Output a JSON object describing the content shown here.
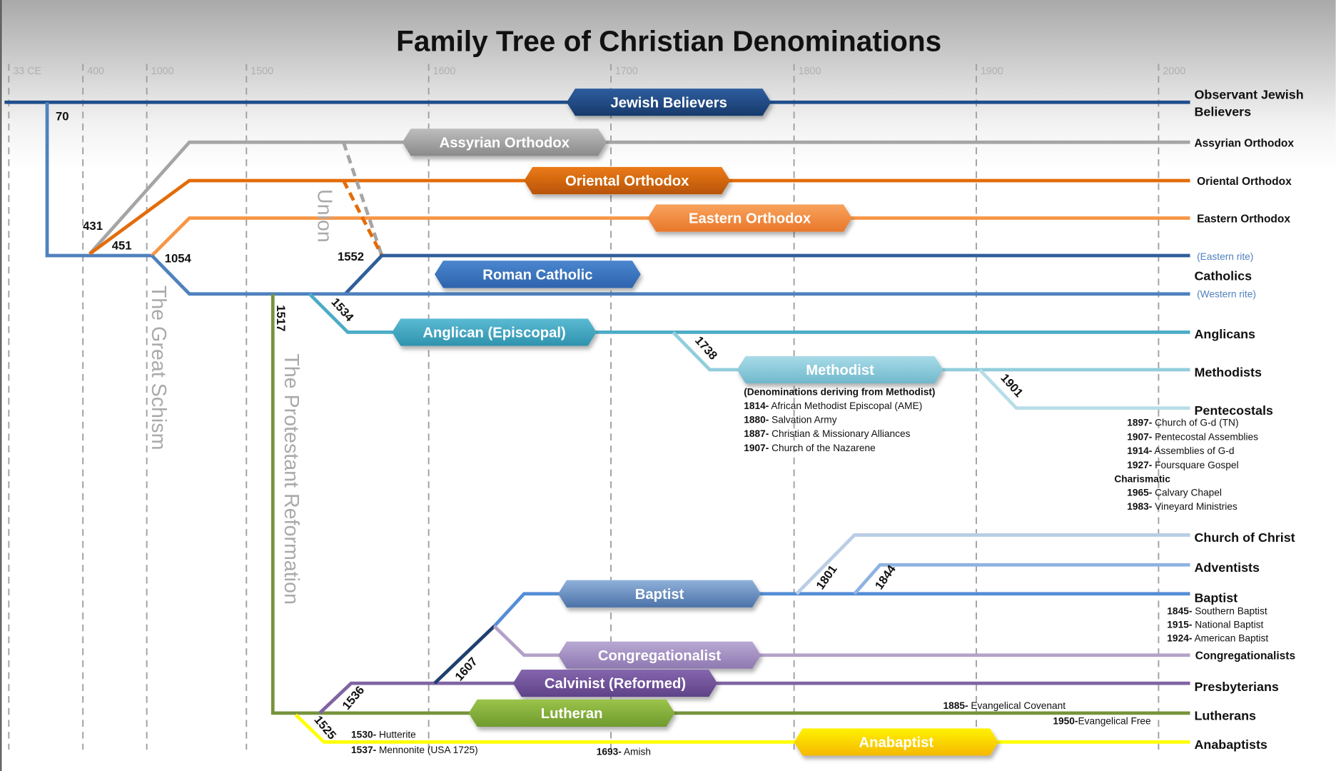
{
  "title": "Family Tree of Christian Denominations",
  "timeline": [
    "33 CE",
    "400",
    "1000",
    "1500",
    "1600",
    "1700",
    "1800",
    "1900",
    "2000"
  ],
  "boxes": {
    "jewish": "Jewish Believers",
    "assyrian": "Assyrian Orthodox",
    "oriental": "Oriental Orthodox",
    "eastern": "Eastern Orthodox",
    "roman": "Roman Catholic",
    "anglican": "Anglican (Episcopal)",
    "methodist": "Methodist",
    "baptist": "Baptist",
    "congregationalist": "Congregationalist",
    "calvinist": "Calvinist (Reformed)",
    "lutheran": "Lutheran",
    "anabaptist": "Anabaptist"
  },
  "ends": {
    "jewish_1": "Observant Jewish",
    "jewish_2": "Believers",
    "assyrian": "Assyrian Orthodox",
    "oriental": "Oriental Orthodox",
    "eastern": "Eastern Orthodox",
    "eastern_rite": "(Eastern rite)",
    "catholics": "Catholics",
    "western_rite": "(Western rite)",
    "anglicans": "Anglicans",
    "methodists": "Methodists",
    "pentecostals": "Pentecostals",
    "church_of_christ": "Church of Christ",
    "adventists": "Adventists",
    "baptist": "Baptist",
    "congregationalists": "Congregationalists",
    "presbyterians": "Presbyterians",
    "lutherans": "Lutherans",
    "anabaptists": "Anabaptists"
  },
  "split_years": {
    "y70": "70",
    "y431": "431",
    "y451": "451",
    "y1054": "1054",
    "y1552": "1552",
    "y1517": "1517",
    "y1534": "1534",
    "y1738": "1738",
    "y1901": "1901",
    "y1801": "1801",
    "y1844": "1844",
    "y1607": "1607",
    "y1536": "1536",
    "y1525": "1525"
  },
  "eras": {
    "schism": "The Great Schism",
    "reformation": "The Protestant Reformation",
    "union": "Union"
  },
  "methodist_notes": {
    "heading": "(Denominations deriving from Methodist)",
    "items": [
      {
        "year": "1814-",
        "name": " African Methodist Episcopal (AME)"
      },
      {
        "year": "1880-",
        "name": " Salvation Army"
      },
      {
        "year": "1887-",
        "name": " Christian & Missionary Alliances"
      },
      {
        "year": "1907-",
        "name": " Church of the Nazarene"
      }
    ]
  },
  "pentecostal_notes": {
    "items": [
      {
        "year": "1897-",
        "name": " Church of G-d (TN)"
      },
      {
        "year": "1907-",
        "name": " Pentecostal Assemblies"
      },
      {
        "year": "1914-",
        "name": " Assemblies of G-d"
      },
      {
        "year": "1927-",
        "name": " Foursquare Gospel"
      }
    ],
    "charismatic": "Charismatic",
    "charismatic_items": [
      {
        "year": "1965-",
        "name": " Calvary Chapel"
      },
      {
        "year": "1983-",
        "name": " Vineyard Ministries"
      }
    ]
  },
  "baptist_notes": [
    {
      "year": "1845-",
      "name": " Southern Baptist"
    },
    {
      "year": "1915-",
      "name": " National Baptist"
    },
    {
      "year": "1924-",
      "name": " American Baptist"
    }
  ],
  "lutheran_notes": [
    {
      "year": "1885-",
      "name": " Evangelical Covenant"
    },
    {
      "year": "1950-",
      "name": "Evangelical Free"
    }
  ],
  "anabaptist_notes": [
    {
      "year": "1530-",
      "name": " Hutterite"
    },
    {
      "year": "1537-",
      "name": " Mennonite  (USA 1725)"
    },
    {
      "year": "1693-",
      "name": " Amish"
    }
  ],
  "colors": {
    "jewish": "#1f4e8c",
    "assyrian": "#a5a5a5",
    "oriental": "#e36c09",
    "eastern": "#f79646",
    "catholic": "#4f81bd",
    "anglican": "#4bacc6",
    "methodist": "#92cddc",
    "pentecostal": "#b7dde8",
    "protestant": "#77933c",
    "anabaptist": "#ffff00",
    "calvinist": "#8064a2",
    "baptist": "#558ed5",
    "congregational": "#b3a2c7",
    "church_of_christ": "#b9cde5",
    "adventists": "#8db3e2"
  }
}
